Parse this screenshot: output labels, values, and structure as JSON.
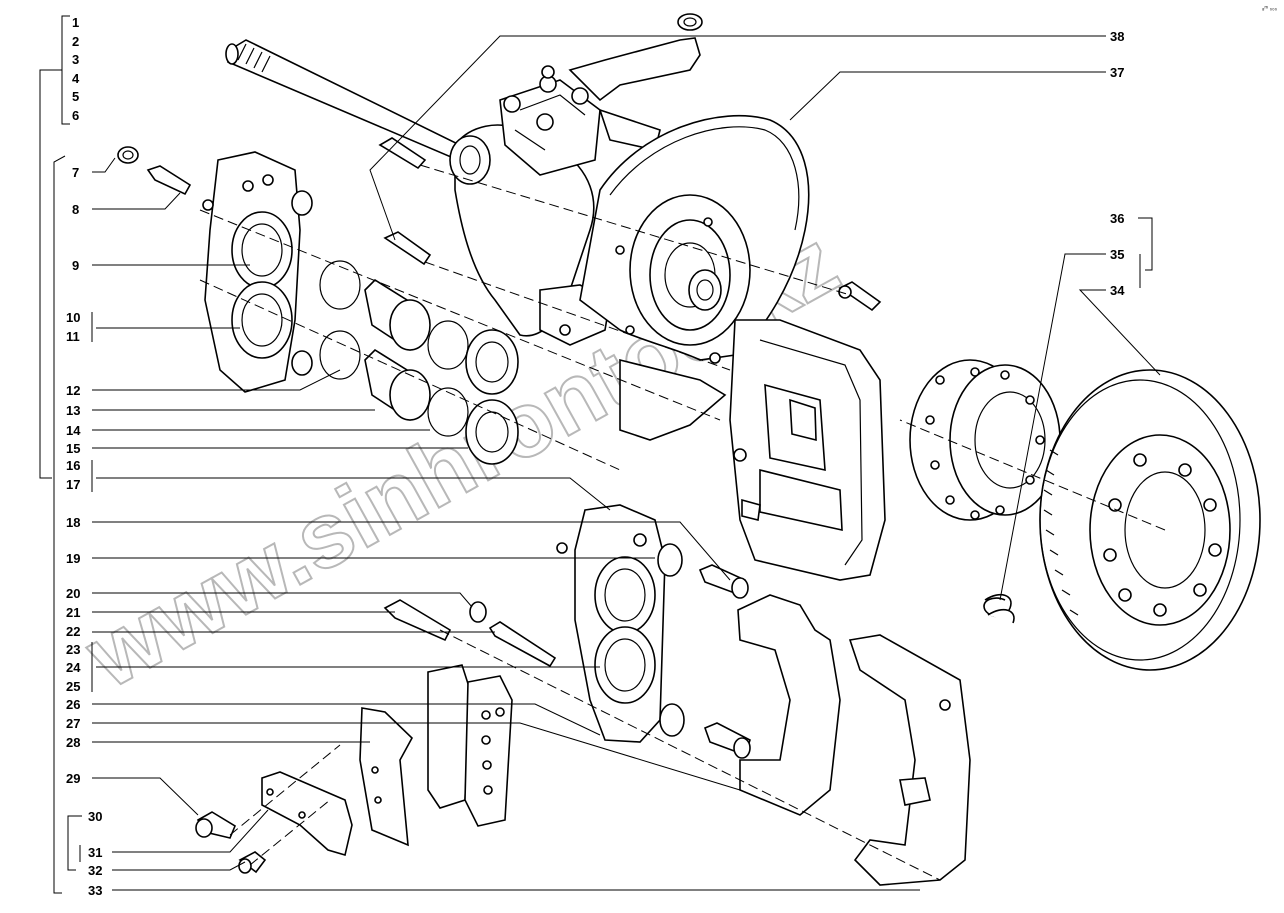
{
  "labels": [
    "1",
    "2",
    "3",
    "4",
    "5",
    "6",
    "7",
    "8",
    "9",
    "10",
    "11",
    "12",
    "13",
    "14",
    "15",
    "16",
    "17",
    "18",
    "19",
    "20",
    "21",
    "22",
    "23",
    "24",
    "25",
    "26",
    "27",
    "28",
    "29",
    "30",
    "31",
    "32",
    "33",
    "34",
    "35",
    "36",
    "37",
    "38"
  ],
  "watermark": "www.sinhrontoo.kz",
  "corner_mark": "₈ᵐ ₀₀₀"
}
